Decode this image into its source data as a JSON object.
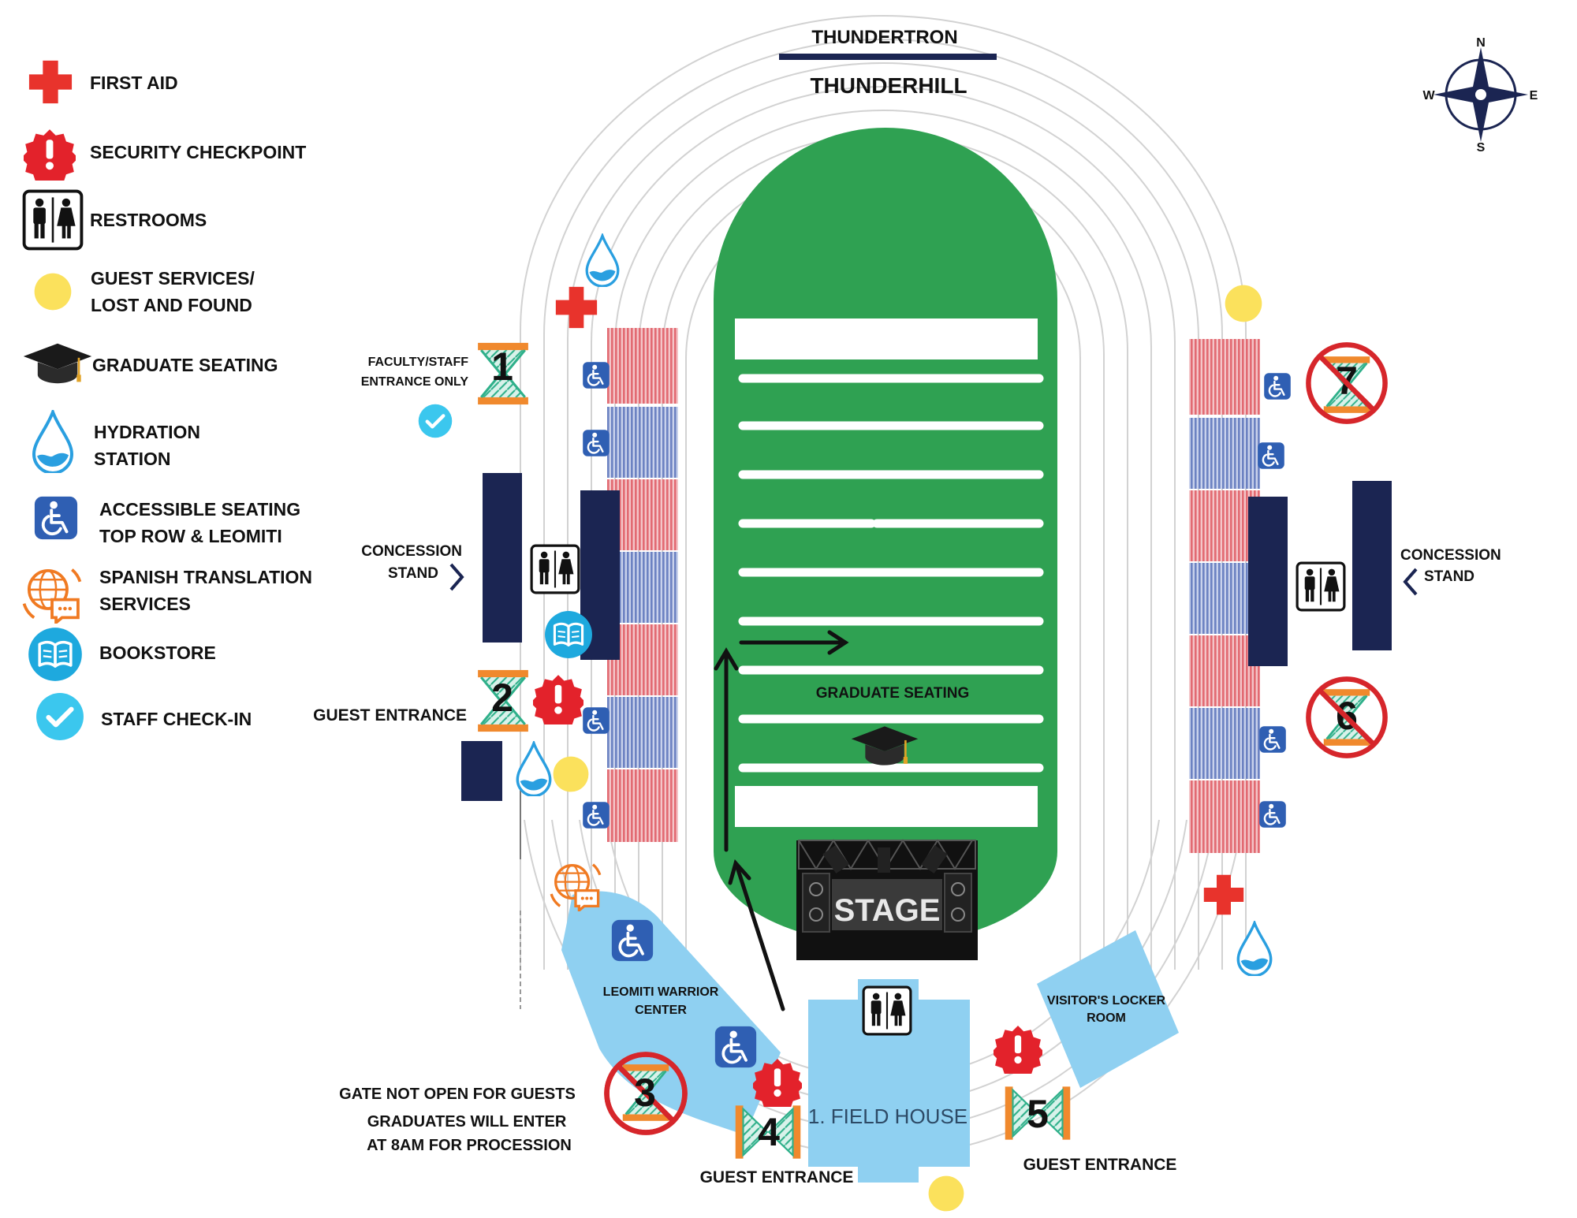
{
  "header": {
    "scoreboard": "THUNDERTRON",
    "hill": "THUNDERHILL"
  },
  "compass": {
    "n": "N",
    "s": "S",
    "e": "E",
    "w": "W"
  },
  "legend": {
    "first_aid": "FIRST AID",
    "security": "SECURITY CHECKPOINT",
    "restrooms": "RESTROOMS",
    "guest_services_1": "GUEST SERVICES/",
    "guest_services_2": "LOST AND FOUND",
    "graduate_seating": "GRADUATE SEATING",
    "hydration_1": "HYDRATION",
    "hydration_2": "STATION",
    "accessible_1": "ACCESSIBLE SEATING",
    "accessible_2": "TOP ROW & LEOMITI",
    "spanish_1": "SPANISH TRANSLATION",
    "spanish_2": "SERVICES",
    "bookstore": "BOOKSTORE",
    "staff_checkin": "STAFF CHECK-IN"
  },
  "labels": {
    "faculty_1": "FACULTY/STAFF",
    "faculty_2": "ENTRANCE ONLY",
    "concession_1": "CONCESSION",
    "concession_2": "STAND",
    "guest_entrance": "GUEST ENTRANCE",
    "graduate_seating": "GRADUATE SEATING",
    "stage": "STAGE",
    "leomiti_1": "LEOMITI WARRIOR",
    "leomiti_2": "CENTER",
    "field_house": "1. FIELD HOUSE",
    "visitors_1": "VISITOR'S LOCKER",
    "visitors_2": "ROOM",
    "gate_closed": "GATE NOT OPEN FOR GUESTS",
    "graduates_1": "GRADUATES WILL ENTER",
    "graduates_2": "AT 8AM FOR PROCESSION"
  },
  "gates": {
    "g1": "1",
    "g2": "2",
    "g3": "3",
    "g4": "4",
    "g5": "5",
    "g6": "6",
    "g7": "7"
  },
  "colors": {
    "field": "#2fa152",
    "navy": "#1b2552",
    "building": "#8fd0f1",
    "first_aid": "#e8332c",
    "guest_services": "#fbe15c",
    "accessible": "#2f5fb3",
    "spanish": "#f07a22",
    "bookstore": "#1ea9de",
    "checkin": "#3bc7ee",
    "bleacher_red": "#e26a72",
    "bleacher_blue": "#6c82c2"
  }
}
